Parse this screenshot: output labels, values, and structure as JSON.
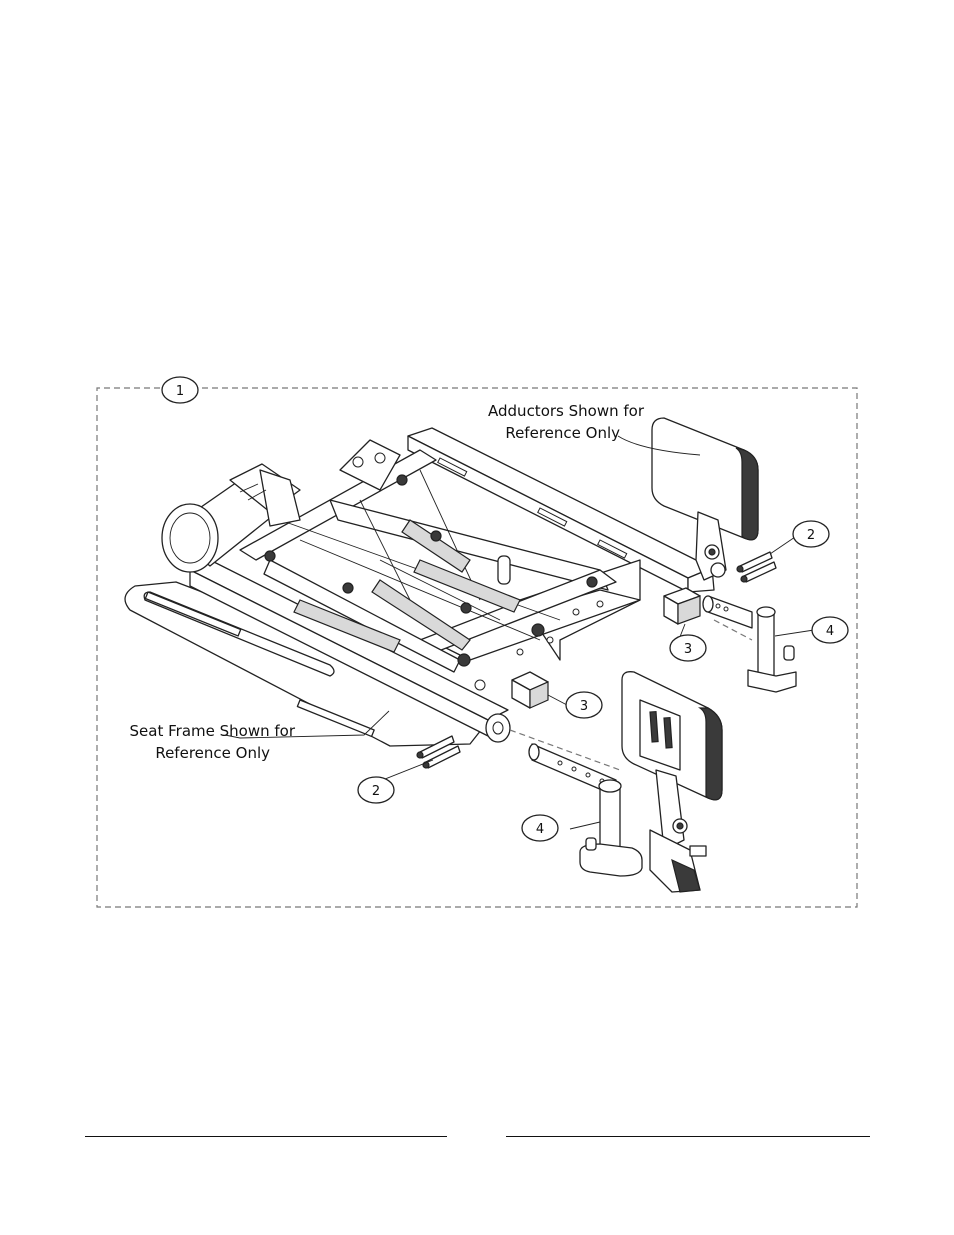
{
  "callouts": [
    {
      "number": "1"
    },
    {
      "number": "2"
    },
    {
      "number": "2"
    },
    {
      "number": "3"
    },
    {
      "number": "3"
    },
    {
      "number": "4"
    },
    {
      "number": "4"
    }
  ],
  "notes": {
    "adductors": [
      "Adductors Shown for",
      "Reference Only"
    ],
    "seat_frame": [
      "Seat Frame Shown for",
      "Reference Only"
    ]
  }
}
